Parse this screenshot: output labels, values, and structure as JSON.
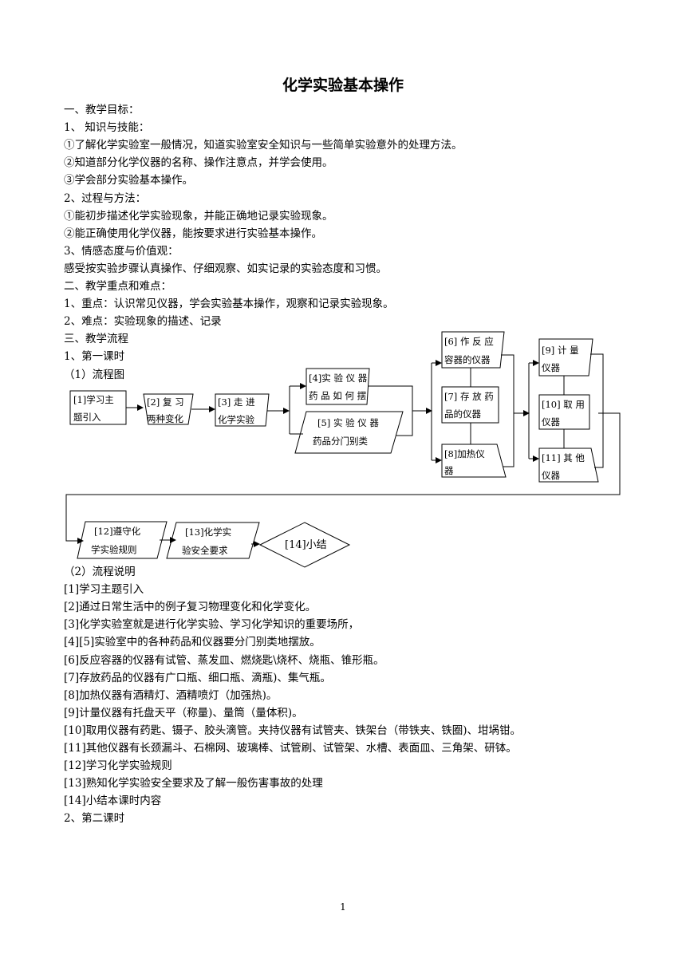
{
  "doc": {
    "title": "化学实验基本操作",
    "lines_top": [
      "一、教学目标：",
      "1、 知识与技能：",
      "①了解化学实验室一般情况，知道实验室安全知识与一些简单实验意外的处理方法。",
      "②知道部分化学仪器的名称、操作注意点，并学会使用。",
      "③学会部分实验基本操作。",
      "2、过程与方法：",
      "①能初步描述化学实验现象，并能正确地记录实验现象。",
      "②能正确使用化学仪器，能按要求进行实验基本操作。",
      "3、情感态度与价值观：",
      "感受按实验步骤认真操作、仔细观察、如实记录的实验态度和习惯。",
      "二、教学重点和难点：",
      "1、重点：认识常见仪器，学会实验基本操作，观察和记录实验现象。",
      "2、难点：实验现象的描述、记录",
      "三、教学流程",
      "1、第一课时",
      "（1）流程图"
    ],
    "lines_bottom": [
      "（2）流程说明",
      "[1]学习主题引入",
      "[2]通过日常生活中的例子复习物理变化和化学变化。",
      "[3]化学实验室就是进行化学实验、学习化学知识的重要场所，",
      "[4][5]实验室中的各种药品和仪器要分门别类地摆放。",
      "[6]反应容器的仪器有试管、蒸发皿、燃烧匙\\烧杯、烧瓶、锥形瓶。",
      "[7]存放药品的仪器有广口瓶、细口瓶、滴瓶)、集气瓶。",
      "[8]加热仪器有酒精灯、酒精喷灯（加强热)。",
      "[9]计量仪器有托盘天平（称量)、量筒（量体积)。",
      "[10]取用仪器有药匙、镊子、胶头滴管。夹持仪器有试管夹、铁架台（带铁夹、铁圈)、坩埚钳。",
      "[11]其他仪器有长颈漏斗、石棉网、玻璃棒、试管刷、试管架、水槽、表面皿、三角架、研钵。",
      "[12]学习化学实验规则",
      "[13]熟知化学实验安全要求及了解一般伤害事故的处理",
      "[14]小结本课时内容",
      "2、第二课时"
    ],
    "page_number": "1"
  },
  "flow": {
    "n1": [
      "[1]学习主",
      "题引入"
    ],
    "n2": [
      "[2] 复 习",
      "两种变化"
    ],
    "n3": [
      "[3] 走 进",
      "化学实验"
    ],
    "n4": [
      "[4]实 验 仪 器",
      "药 品 如 何 摆"
    ],
    "n5": [
      "[5] 实 验 仪 器",
      "药品分门别类"
    ],
    "n6": [
      "[6] 作 反 应",
      "容器的仪器"
    ],
    "n7": [
      "[7] 存 放 药",
      "品的仪器"
    ],
    "n8": [
      "[8]加热仪",
      "器"
    ],
    "n9": [
      "[9] 计  量",
      "仪器"
    ],
    "n10": [
      "[10] 取 用",
      "仪器"
    ],
    "n11": [
      "[11] 其 他",
      "仪器"
    ],
    "n12": [
      "[12]遵守化",
      "学实验规则"
    ],
    "n13": [
      "[13]化学实",
      "验安全要求"
    ],
    "n14": "[14]小结"
  }
}
